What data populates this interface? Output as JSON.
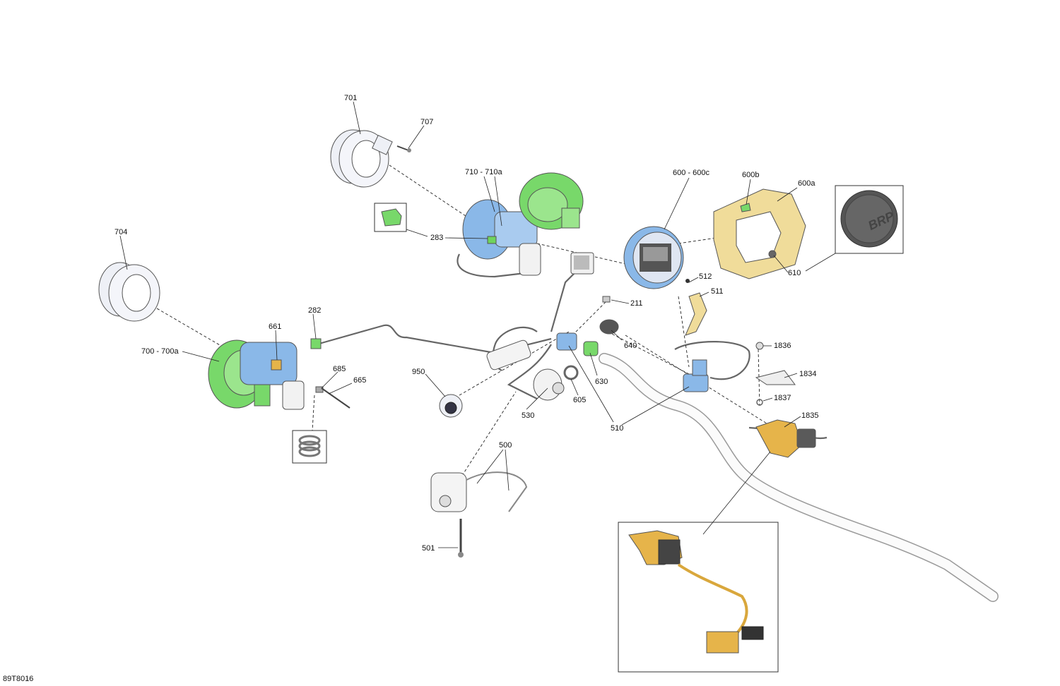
{
  "figure_code": "89T8016",
  "callouts": {
    "c701": "701",
    "c707": "707",
    "c710": "710 - 710a",
    "c283": "283",
    "c704": "704",
    "c282": "282",
    "c661": "661",
    "c700": "700 - 700a",
    "c685": "685",
    "c665": "665",
    "c950": "950",
    "c530": "530",
    "c605": "605",
    "c630": "630",
    "c640": "640",
    "c211": "211",
    "c510": "510",
    "c600": "600 - 600c",
    "c600b": "600b",
    "c600a": "600a",
    "c610": "610",
    "c512": "512",
    "c511": "511",
    "c1836": "1836",
    "c1834": "1834",
    "c1837": "1837",
    "c1835": "1835",
    "c500": "500",
    "c501": "501"
  },
  "logo_text": "BRP",
  "colors": {
    "green": "#78d86a",
    "blue": "#8ab8e8",
    "yellow": "#f0dc9a",
    "orange": "#e6b44a",
    "gray_part": "#eef0f6"
  }
}
